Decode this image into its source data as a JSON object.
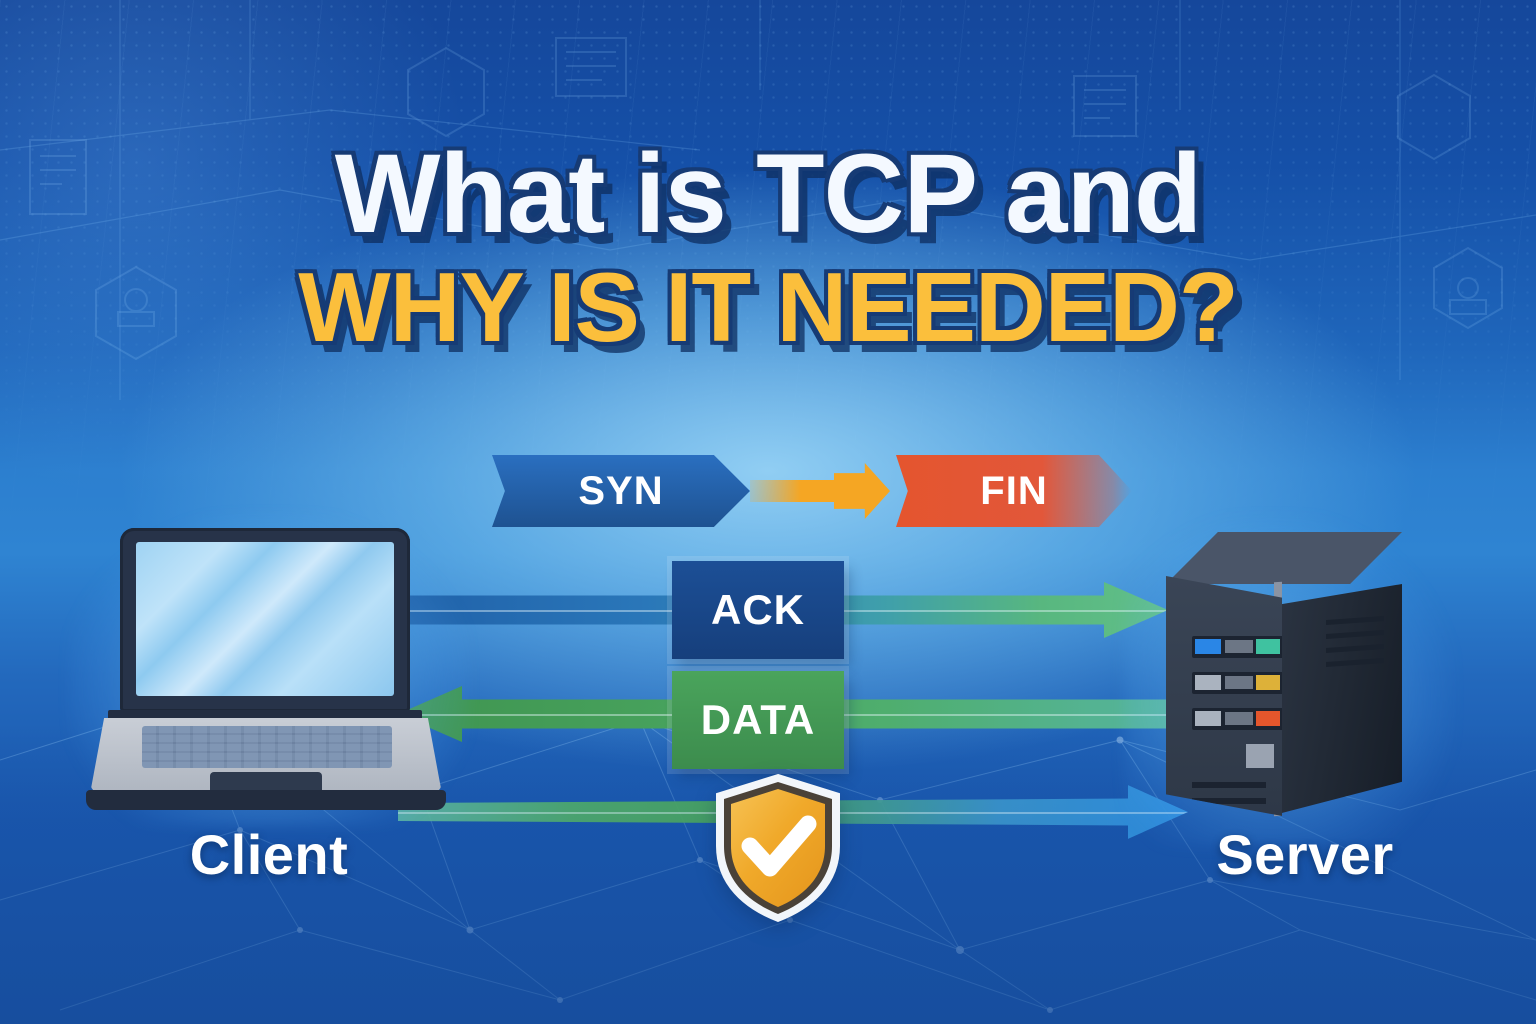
{
  "title": {
    "line1": "What is TCP and",
    "line2": "WHY IS IT NEEDED?"
  },
  "nodes": {
    "client_label": "Client",
    "server_label": "Server"
  },
  "flow": {
    "syn_label": "SYN",
    "fin_label": "FIN",
    "ack_label": "ACK",
    "data_label": "DATA"
  },
  "icons": {
    "shield": "shield-check-icon",
    "laptop": "laptop-icon",
    "server": "server-tower-icon",
    "arrow_handshake": "arrow-right-icon"
  },
  "colors": {
    "background_deep_blue": "#15479b",
    "background_light_blue": "#7cc2ee",
    "title_white": "#f4f9ff",
    "title_gold": "#fbbf3c",
    "title_outline_navy": "#163b75",
    "syn_blue": "#1e5291",
    "fin_red": "#e4552e",
    "handshake_orange": "#f5a623",
    "ack_tag_navy": "#1c4f96",
    "data_tag_green": "#4aa45c",
    "arrow_green": "#46a05b",
    "arrow_teal": "#55b49b",
    "shield_gold": "#f0a92a"
  }
}
